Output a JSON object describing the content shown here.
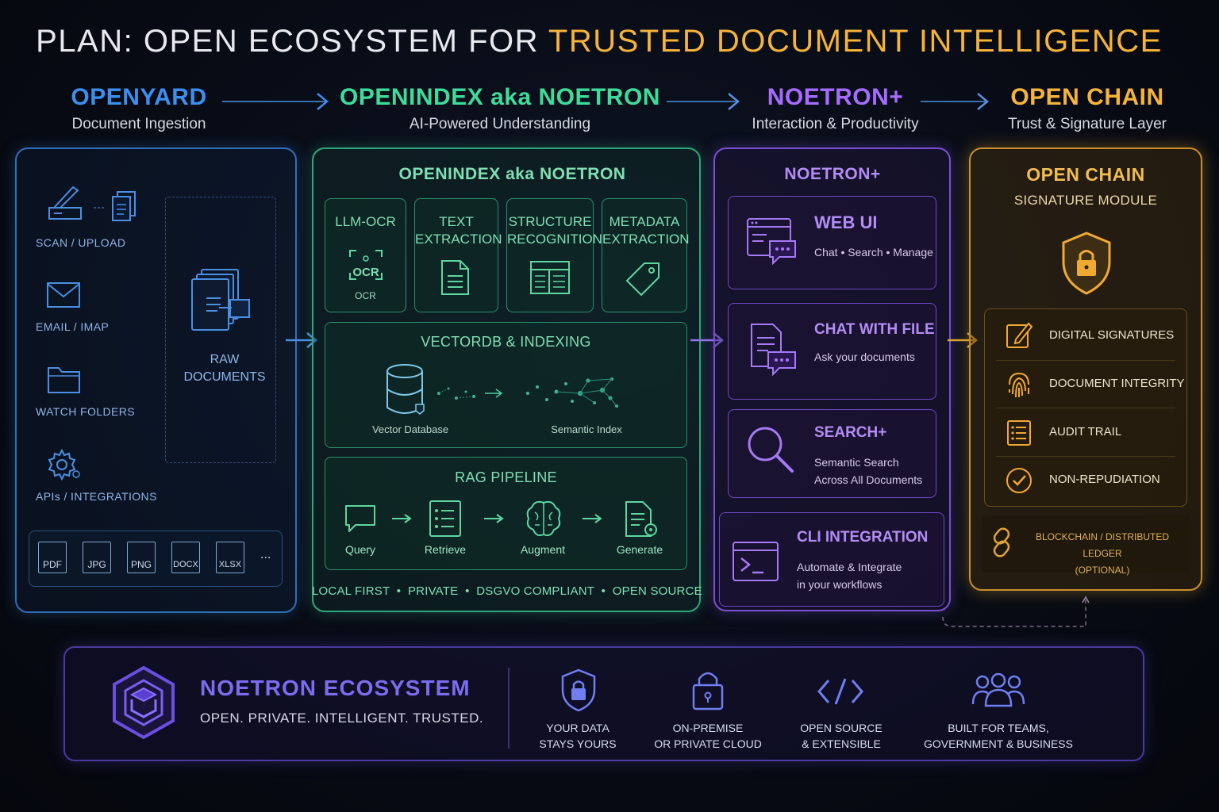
{
  "title": {
    "prefix": "PLAN:  OPEN ECOSYSTEM FOR ",
    "highlight": "TRUSTED DOCUMENT INTELLIGENCE"
  },
  "columns": [
    {
      "name": "OPENYARD",
      "subtitle": "Document Ingestion",
      "color": "#3b8ff0"
    },
    {
      "name": "OPENINDEX aka NOETRON",
      "subtitle": "AI-Powered Understanding",
      "color": "#3ddc9a"
    },
    {
      "name": "NOETRON+",
      "subtitle": "Interaction & Productivity",
      "color": "#a66bff"
    },
    {
      "name": "OPEN CHAIN",
      "subtitle": "Trust & Signature Layer",
      "color": "#f5b33a"
    }
  ],
  "openyard": {
    "sources": [
      {
        "label": "SCAN / UPLOAD",
        "icon": "scanner-icon"
      },
      {
        "label": "EMAIL / IMAP",
        "icon": "envelope-icon"
      },
      {
        "label": "WATCH FOLDERS",
        "icon": "folder-icon"
      },
      {
        "label": "APIs / INTEGRATIONS",
        "icon": "gear-icon"
      }
    ],
    "raw_documents": [
      "RAW",
      "DOCUMENTS"
    ],
    "file_types": [
      "PDF",
      "JPG",
      "PNG",
      "DOCX",
      "XLSX"
    ],
    "more": "..."
  },
  "openindex": {
    "title": "OPENINDEX aka NOETRON",
    "modules": [
      {
        "lines": [
          "LLM-OCR"
        ],
        "icon": "ocr-icon",
        "icon_text": "OCR",
        "caption": "OCR"
      },
      {
        "lines": [
          "TEXT",
          "EXTRACTION"
        ],
        "icon": "document-text-icon"
      },
      {
        "lines": [
          "STRUCTURE",
          "RECOGNITION"
        ],
        "icon": "layout-icon"
      },
      {
        "lines": [
          "METADATA",
          "EXTRACTION"
        ],
        "icon": "tag-icon"
      }
    ],
    "vectordb": {
      "title": "VECTORDB & INDEXING",
      "left": "Vector Database",
      "right": "Semantic Index"
    },
    "rag": {
      "title": "RAG PIPELINE",
      "steps": [
        "Query",
        "Retrieve",
        "Augment",
        "Generate"
      ]
    },
    "footer": "LOCAL FIRST  •  PRIVATE  •  DSGVO COMPLIANT  •  OPEN SOURCE"
  },
  "noetron_plus": {
    "title": "NOETRON+",
    "cards": [
      {
        "title": "WEB UI",
        "desc": [
          "Chat • Search • Manage"
        ],
        "icon": "browser-chat-icon"
      },
      {
        "title": "CHAT WITH FILE",
        "desc": [
          "Ask your documents"
        ],
        "icon": "document-chat-icon"
      },
      {
        "title": "SEARCH+",
        "desc": [
          "Semantic Search",
          "Across All Documents"
        ],
        "icon": "magnifier-icon"
      },
      {
        "title": "CLI INTEGRATION",
        "desc": [
          "Automate & Integrate",
          "in your workflows"
        ],
        "icon": "terminal-icon"
      }
    ]
  },
  "open_chain": {
    "title": "OPEN CHAIN",
    "subtitle": "SIGNATURE MODULE",
    "features": [
      {
        "label": "DIGITAL SIGNATURES",
        "icon": "pen-sign-icon"
      },
      {
        "label": "DOCUMENT INTEGRITY",
        "icon": "fingerprint-icon"
      },
      {
        "label": "AUDIT TRAIL",
        "icon": "checklist-icon"
      },
      {
        "label": "NON-REPUDIATION",
        "icon": "check-circle-icon"
      }
    ],
    "blockchain": {
      "line1": "BLOCKCHAIN / DISTRIBUTED LEDGER",
      "line2": "(OPTIONAL)"
    }
  },
  "ecosystem": {
    "name": "NOETRON ECOSYSTEM",
    "tagline": "OPEN. PRIVATE. INTELLIGENT. TRUSTED.",
    "pillars": [
      {
        "lines": [
          "YOUR DATA",
          "STAYS YOURS"
        ],
        "icon": "shield-lock-icon"
      },
      {
        "lines": [
          "ON-PREMISE",
          "OR PRIVATE CLOUD"
        ],
        "icon": "padlock-icon"
      },
      {
        "lines": [
          "OPEN SOURCE",
          "& EXTENSIBLE"
        ],
        "icon": "code-icon"
      },
      {
        "lines": [
          "BUILT FOR TEAMS,",
          "GOVERNMENT & BUSINESS"
        ],
        "icon": "team-icon"
      }
    ]
  }
}
